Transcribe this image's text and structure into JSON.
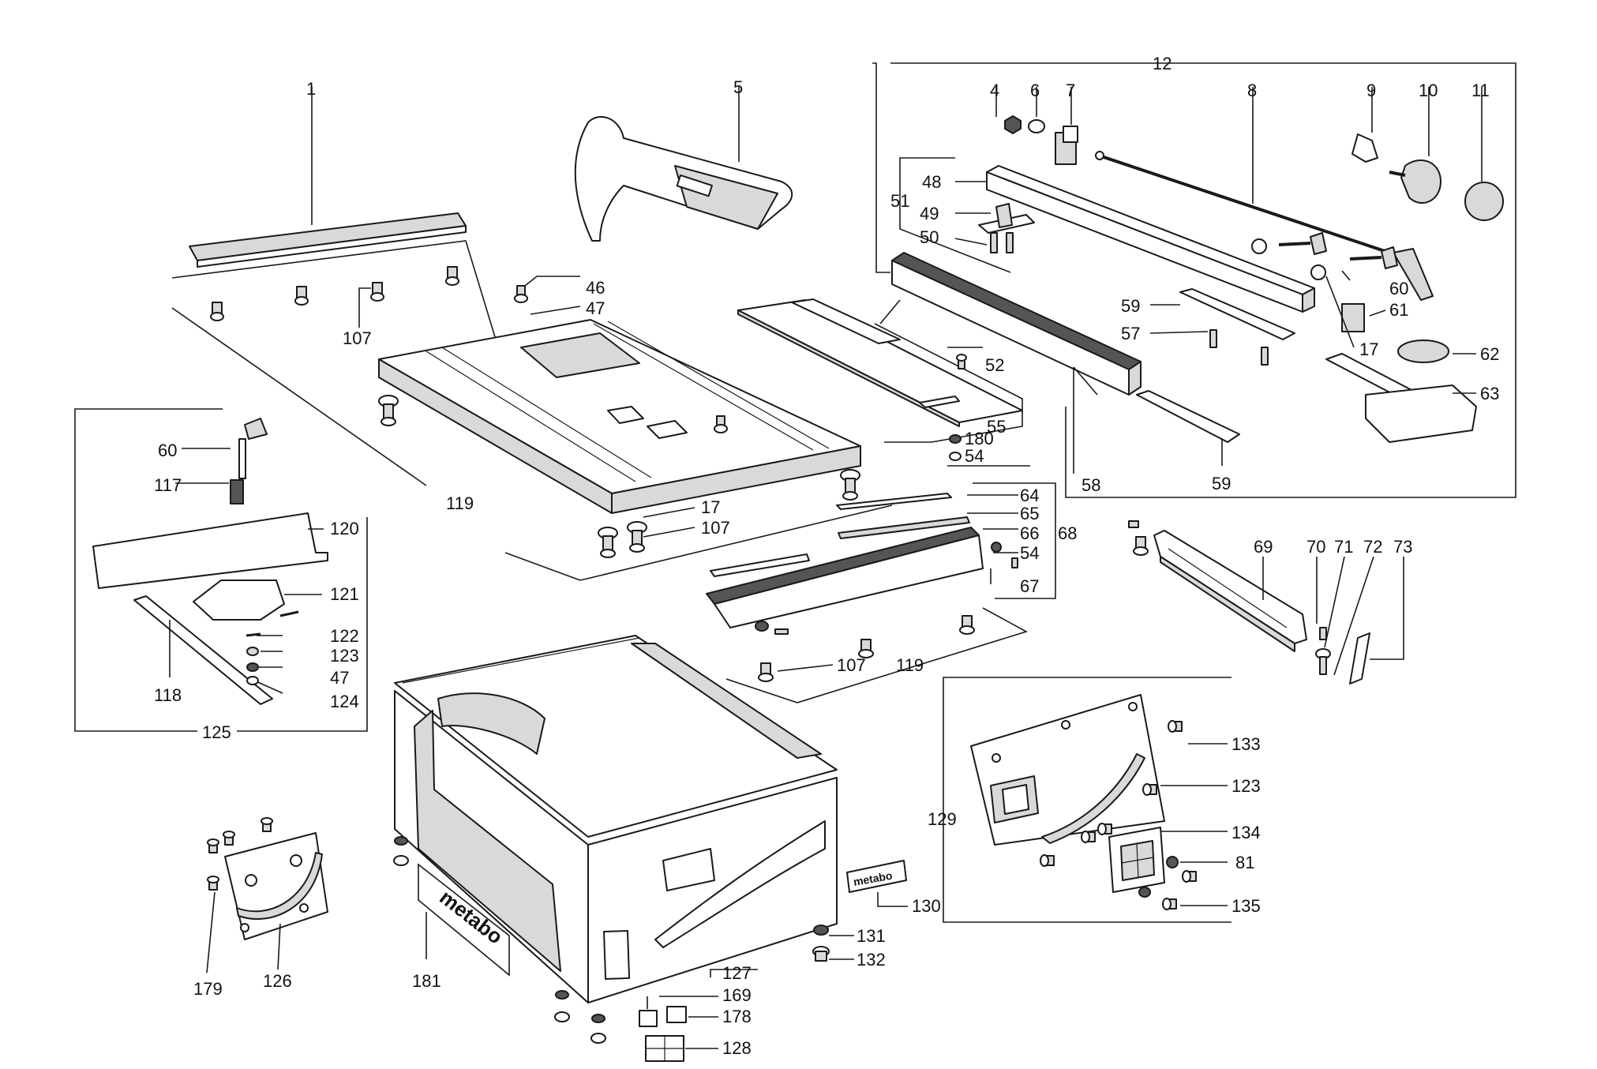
{
  "diagram": {
    "brand_text": "metabo",
    "callouts": [
      {
        "id": "c1",
        "text": "1"
      },
      {
        "id": "c5",
        "text": "5"
      },
      {
        "id": "c12",
        "text": "12"
      },
      {
        "id": "c4",
        "text": "4"
      },
      {
        "id": "c6",
        "text": "6"
      },
      {
        "id": "c7",
        "text": "7"
      },
      {
        "id": "c8",
        "text": "8"
      },
      {
        "id": "c9",
        "text": "9"
      },
      {
        "id": "c10",
        "text": "10"
      },
      {
        "id": "c11",
        "text": "11"
      },
      {
        "id": "c48",
        "text": "48"
      },
      {
        "id": "c51",
        "text": "51"
      },
      {
        "id": "c49",
        "text": "49"
      },
      {
        "id": "c50",
        "text": "50"
      },
      {
        "id": "c60a",
        "text": "60"
      },
      {
        "id": "c61",
        "text": "61"
      },
      {
        "id": "c59a",
        "text": "59"
      },
      {
        "id": "c57",
        "text": "57"
      },
      {
        "id": "c17a",
        "text": "17"
      },
      {
        "id": "c62",
        "text": "62"
      },
      {
        "id": "c63",
        "text": "63"
      },
      {
        "id": "c59b",
        "text": "59"
      },
      {
        "id": "c58",
        "text": "58"
      },
      {
        "id": "c46",
        "text": "46"
      },
      {
        "id": "c47a",
        "text": "47"
      },
      {
        "id": "c107a",
        "text": "107"
      },
      {
        "id": "c52",
        "text": "52"
      },
      {
        "id": "c55",
        "text": "55"
      },
      {
        "id": "c180",
        "text": "180"
      },
      {
        "id": "c54a",
        "text": "54"
      },
      {
        "id": "c60b",
        "text": "60"
      },
      {
        "id": "c117",
        "text": "117"
      },
      {
        "id": "c119a",
        "text": "119"
      },
      {
        "id": "c17b",
        "text": "17"
      },
      {
        "id": "c107b",
        "text": "107"
      },
      {
        "id": "c120",
        "text": "120"
      },
      {
        "id": "c121",
        "text": "121"
      },
      {
        "id": "c122",
        "text": "122"
      },
      {
        "id": "c123a",
        "text": "123"
      },
      {
        "id": "c47b",
        "text": "47"
      },
      {
        "id": "c124",
        "text": "124"
      },
      {
        "id": "c118",
        "text": "118"
      },
      {
        "id": "c125",
        "text": "125"
      },
      {
        "id": "c64",
        "text": "64"
      },
      {
        "id": "c65",
        "text": "65"
      },
      {
        "id": "c66",
        "text": "66"
      },
      {
        "id": "c68",
        "text": "68"
      },
      {
        "id": "c54b",
        "text": "54"
      },
      {
        "id": "c67",
        "text": "67"
      },
      {
        "id": "c107c",
        "text": "107"
      },
      {
        "id": "c119b",
        "text": "119"
      },
      {
        "id": "c69",
        "text": "69"
      },
      {
        "id": "c70",
        "text": "70"
      },
      {
        "id": "c71",
        "text": "71"
      },
      {
        "id": "c72",
        "text": "72"
      },
      {
        "id": "c73",
        "text": "73"
      },
      {
        "id": "c133",
        "text": "133"
      },
      {
        "id": "c123b",
        "text": "123"
      },
      {
        "id": "c129",
        "text": "129"
      },
      {
        "id": "c134",
        "text": "134"
      },
      {
        "id": "c81",
        "text": "81"
      },
      {
        "id": "c135",
        "text": "135"
      },
      {
        "id": "c130",
        "text": "130"
      },
      {
        "id": "c131",
        "text": "131"
      },
      {
        "id": "c132",
        "text": "132"
      },
      {
        "id": "c127",
        "text": "127"
      },
      {
        "id": "c169",
        "text": "169"
      },
      {
        "id": "c178",
        "text": "178"
      },
      {
        "id": "c128",
        "text": "128"
      },
      {
        "id": "c181",
        "text": "181"
      },
      {
        "id": "c179",
        "text": "179"
      },
      {
        "id": "c126",
        "text": "126"
      }
    ]
  }
}
